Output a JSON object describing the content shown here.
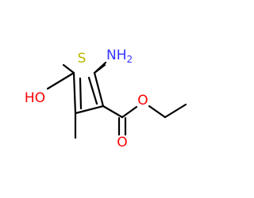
{
  "molecule": {
    "atoms": {
      "sulfur": {
        "label": "S",
        "color": "#b8b800"
      },
      "amine": {
        "label": "NH",
        "subscript": "2",
        "color": "#3333ff"
      },
      "hydroxyl": {
        "label": "HO",
        "color": "#ff0000"
      },
      "ester_ether_oxygen": {
        "label": "O",
        "color": "#ff0000"
      },
      "carbonyl_oxygen": {
        "label": "O",
        "color": "#ff0000"
      }
    },
    "bond_color": "#000000"
  }
}
